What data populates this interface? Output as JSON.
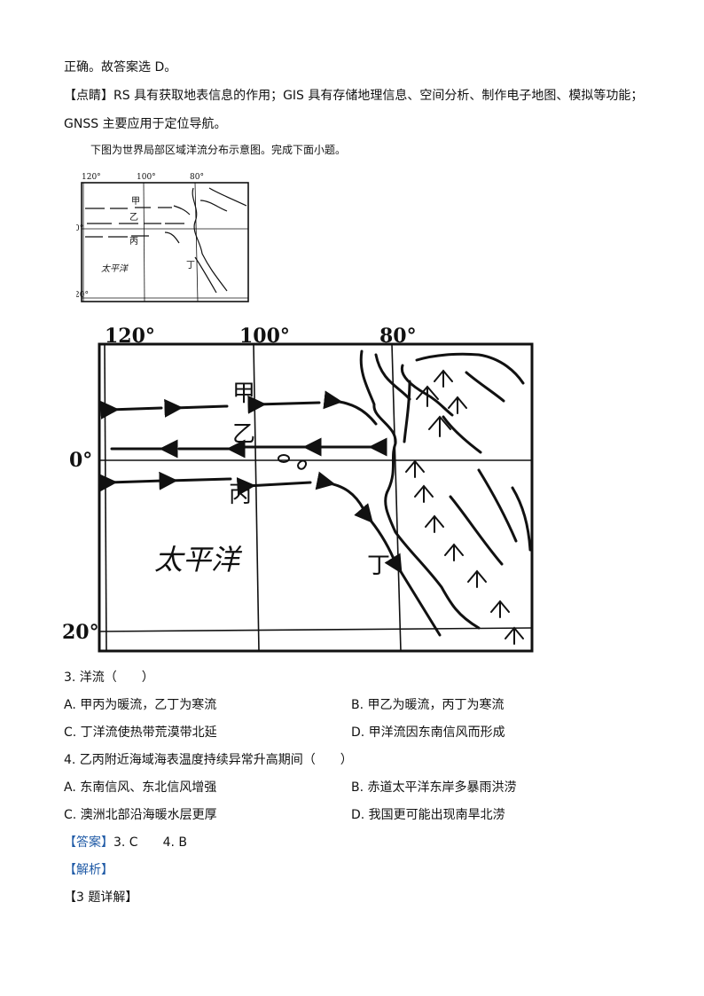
{
  "prev_answer_line": "正确。故答案选 D。",
  "dianjing": {
    "tag": "【点睛】",
    "line1": "RS 具有获取地表信息的作用；GIS 具有存储地理信息、空间分析、制作电子地图、模拟等功能；",
    "line2": "GNSS 主要应用于定位导航。"
  },
  "intro": "下图为世界局部区域洋流分布示意图。完成下面小题。",
  "map": {
    "lon_labels": [
      "120°",
      "100°",
      "80°"
    ],
    "lat_labels": [
      "0°",
      "20°"
    ],
    "current_labels": [
      "甲",
      "乙",
      "丙",
      "丁"
    ],
    "ocean_label": "太平洋"
  },
  "q3": {
    "stem": "3. 洋流（　　）",
    "options": [
      "A.  甲丙为暖流，乙丁为寒流",
      "B.  甲乙为暖流，丙丁为寒流",
      "C.  丁洋流使热带荒漠带北延",
      "D.  甲洋流因东南信风而形成"
    ]
  },
  "q4": {
    "stem": "4. 乙丙附近海域海表温度持续异常升高期间（　　）",
    "options": [
      "A.  东南信风、东北信风增强",
      "B.  赤道太平洋东岸多暴雨洪涝",
      "C.  澳洲北部沿海暖水层更厚",
      "D.  我国更可能出现南旱北涝"
    ]
  },
  "answer": {
    "tag": "【答案】",
    "text": "3. C　　4. B"
  },
  "analysis_tag": "【解析】",
  "detail_tag": "【3 题详解】",
  "colors": {
    "tag_blue": "#1f5aa6",
    "text": "#111111"
  }
}
